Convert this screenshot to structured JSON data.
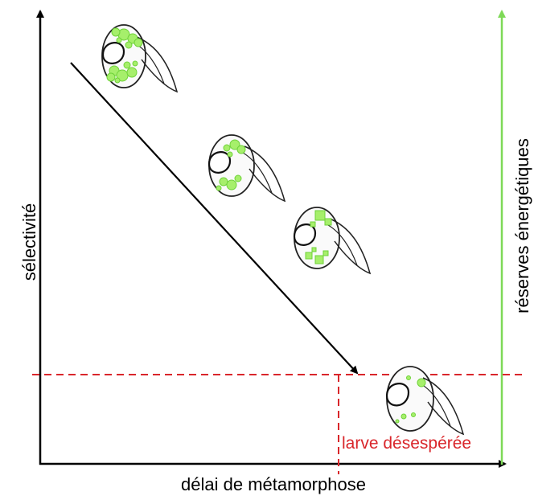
{
  "axes": {
    "x_label": "délai de métamorphose",
    "y_label_left": "sélectivité",
    "y_label_right": "réserves énergétiques"
  },
  "annotation": {
    "text": "larve désespérée"
  },
  "larvae": [
    {
      "stage": 1,
      "reserve_shape": "many-large-circles"
    },
    {
      "stage": 2,
      "reserve_shape": "several-circles"
    },
    {
      "stage": 3,
      "reserve_shape": "squares"
    },
    {
      "stage": 4,
      "reserve_shape": "few-small-circles"
    }
  ],
  "colors": {
    "axis": "#000000",
    "right_axis": "#7ed957",
    "threshold": "#d9262b",
    "reserves_fill": "#a6ef6b",
    "reserves_stroke": "#6fd23a"
  }
}
